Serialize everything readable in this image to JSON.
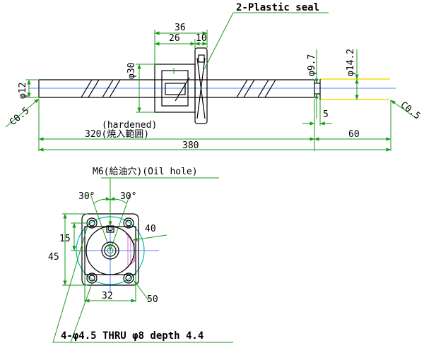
{
  "labels": {
    "plastic_seal": "2-Plastic seal",
    "dim_36": "36",
    "dim_26": "26",
    "dim_10": "10",
    "phi30": "φ30",
    "phi12": "φ12",
    "phi97": "φ9.7",
    "phi142": "φ14.2",
    "c05_left": "C0.5",
    "c05_right": "C0.5",
    "hardened": "(hardened)",
    "dim_320": "320(焼入範囲)",
    "dim_60": "60",
    "dim_380": "380",
    "dim_5": "5",
    "oil_hole": "M6(給油穴)(Oil hole)",
    "angle_left": "30°",
    "angle_right": "30°",
    "dim_15": "15",
    "dim_45": "45",
    "dim_40": "40",
    "dim_32": "32",
    "dim_50": "50",
    "thru_holes": "4-φ4.5 THRU φ8 depth 4.4"
  },
  "colors": {
    "dimension": "#1a9a1a",
    "part": "#000000",
    "centerline": "#2255ff",
    "bearing_journal": "#f0e000",
    "flange_circle": "#00b8b8",
    "accent": "#c04cc0"
  }
}
